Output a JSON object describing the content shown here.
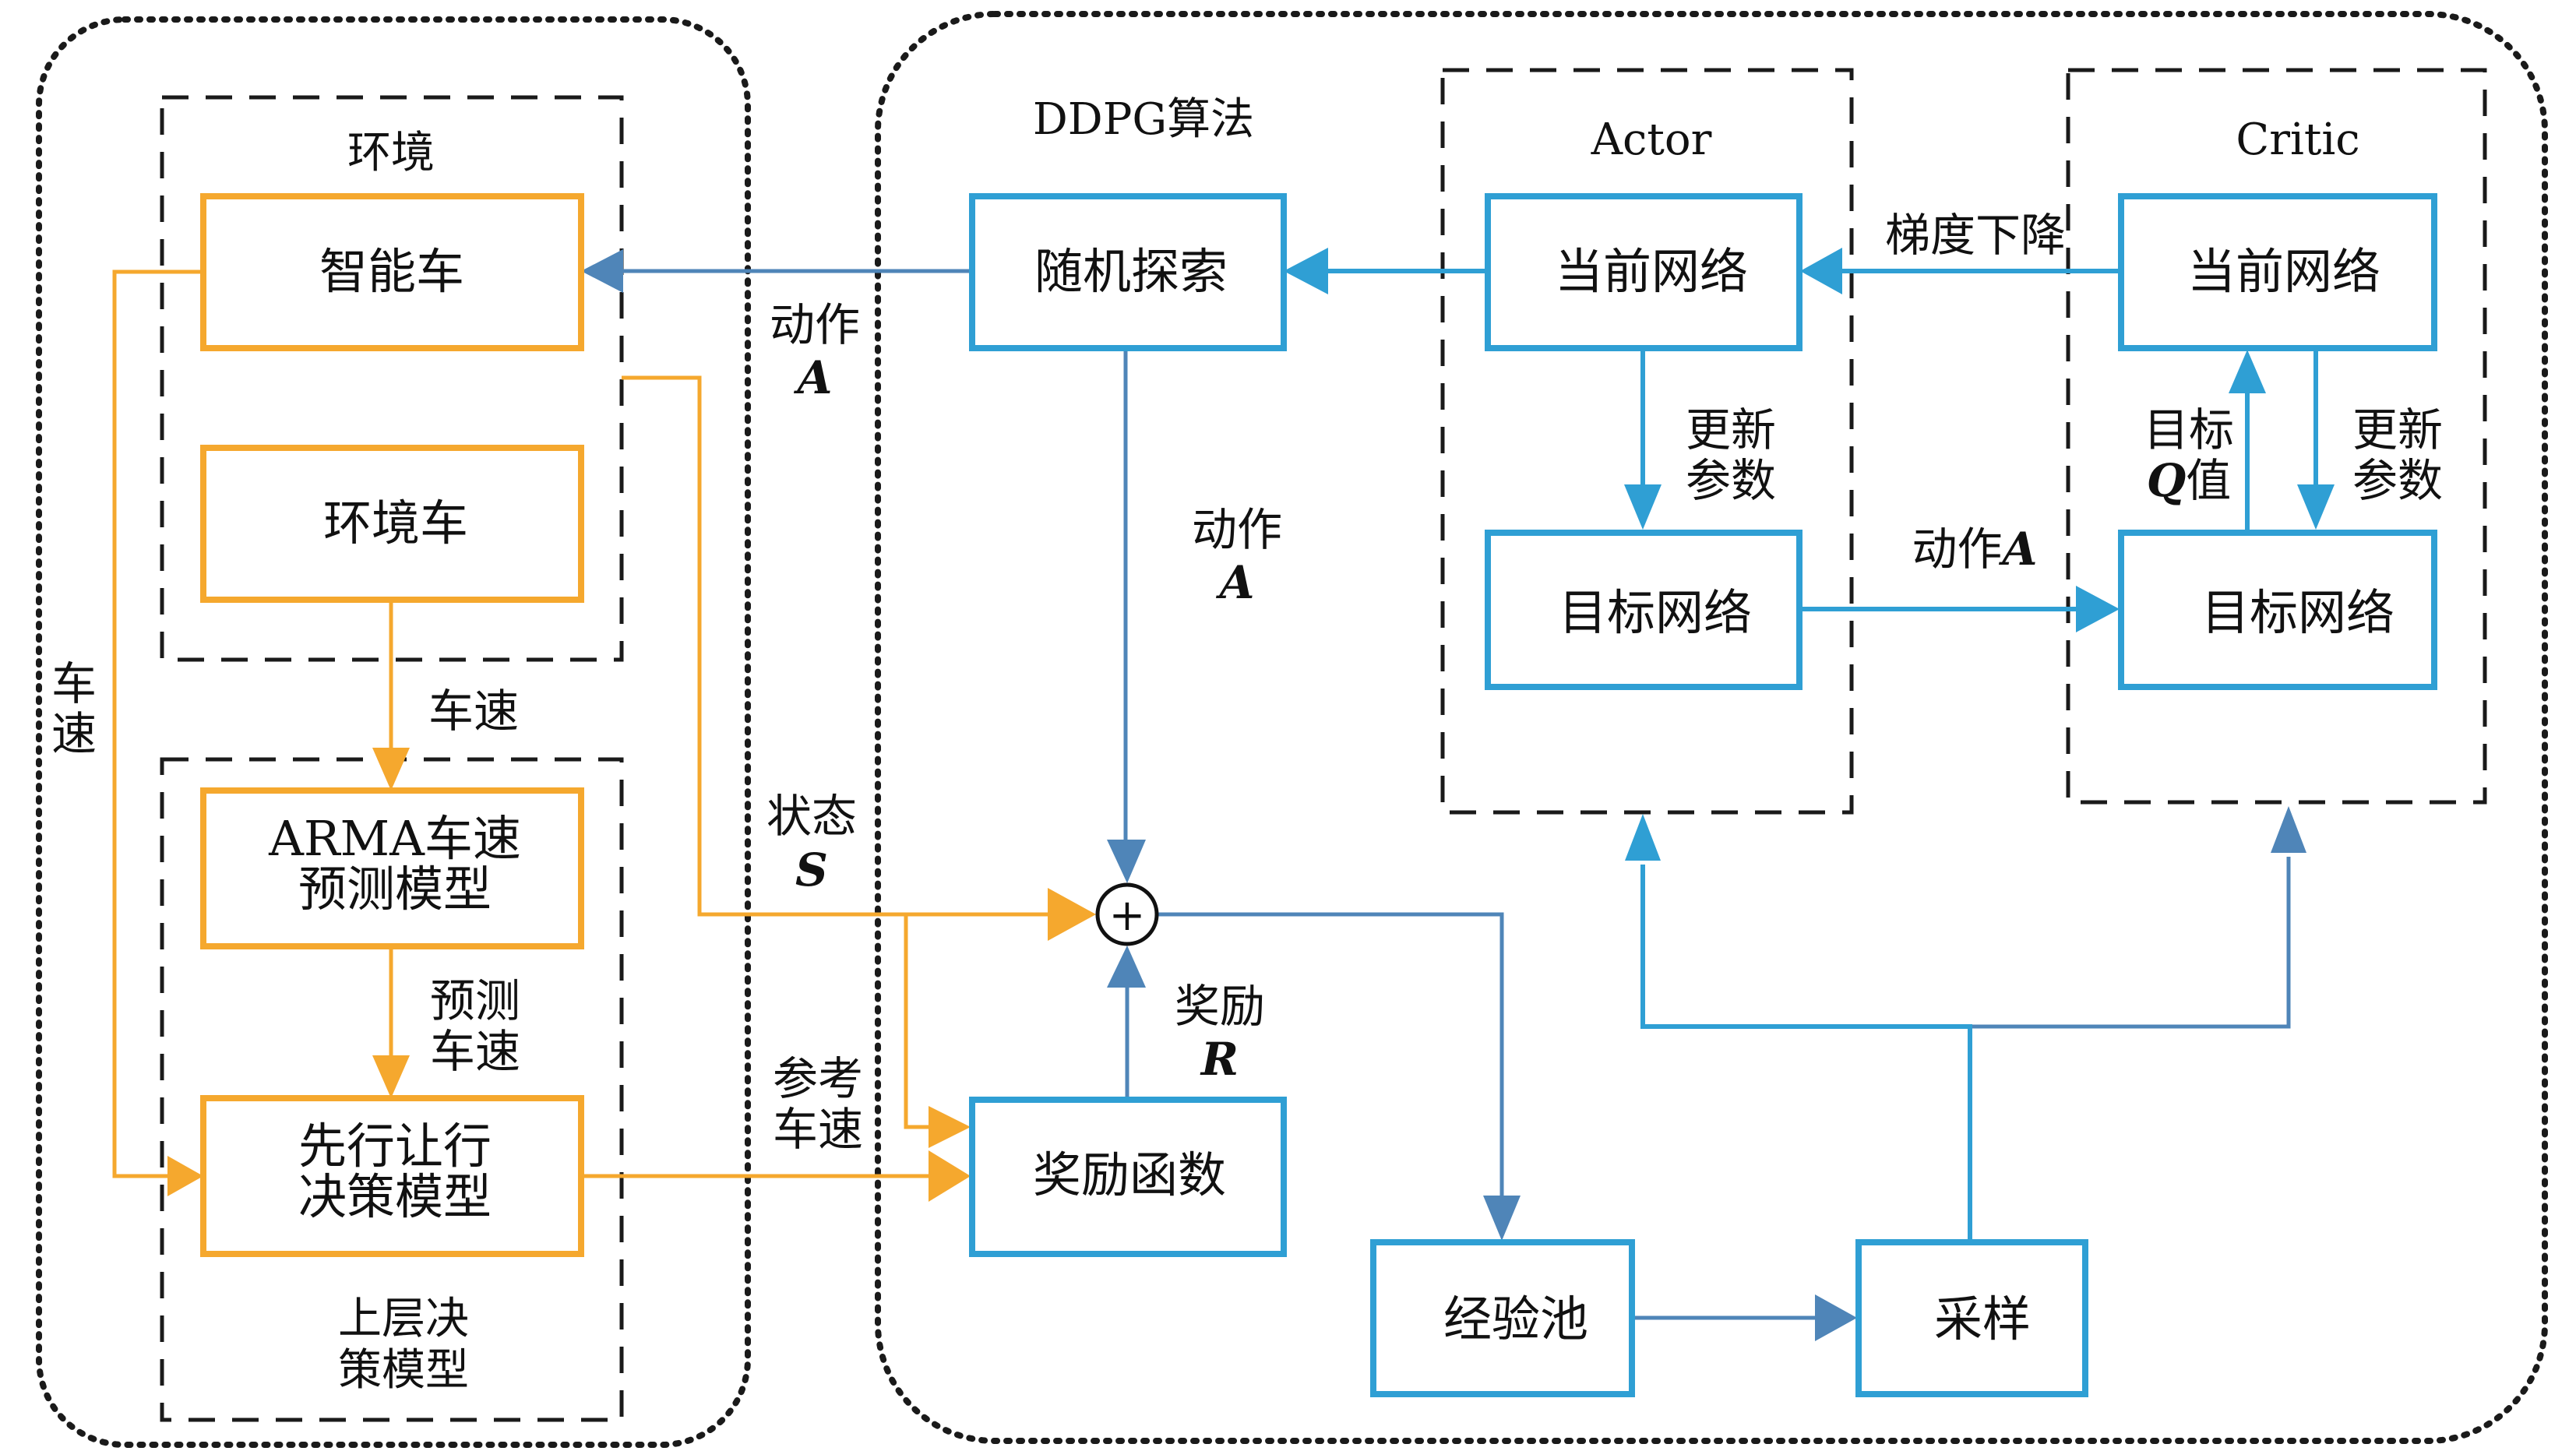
{
  "colors": {
    "orange": "#f5a82e",
    "box_blue": "#2f9fd4",
    "line_blue": "#4f85b8",
    "dash": "#1a1a1a",
    "text": "#111111"
  },
  "groups": {
    "environment": "环境",
    "upper_decision": [
      "上层决",
      "策模型"
    ],
    "ddpg": "DDPG算法",
    "actor": "Actor",
    "critic": "Critic"
  },
  "boxes": {
    "smart_car": "智能车",
    "env_car": "环境车",
    "arma": [
      "ARMA车速",
      "预测模型"
    ],
    "yield_decision": [
      "先行让行",
      "决策模型"
    ],
    "random_explore": "随机探索",
    "reward_function": "奖励函数",
    "actor_current": "当前网络",
    "actor_target": "目标网络",
    "critic_current": "当前网络",
    "critic_target": "目标网络",
    "replay_pool": "经验池",
    "sampling": "采样"
  },
  "summing_junction": "+",
  "labels": {
    "left_speed": [
      "车",
      "速"
    ],
    "speed": "车速",
    "predicted_speed": [
      "预测",
      "车速"
    ],
    "action_a_left": [
      "动作",
      "A"
    ],
    "action_a_mid": [
      "动作",
      "A"
    ],
    "state_s": [
      "状态",
      "S"
    ],
    "reference_speed": [
      "参考",
      "车速"
    ],
    "reward_r": [
      "奖励",
      "R"
    ],
    "gradient_descent": "梯度下降",
    "actor_update": [
      "更新",
      "参数"
    ],
    "critic_update": [
      "更新",
      "参数"
    ],
    "target_q": [
      "目标",
      "Q",
      "值"
    ],
    "action_a_right": [
      "动作",
      "A"
    ]
  }
}
